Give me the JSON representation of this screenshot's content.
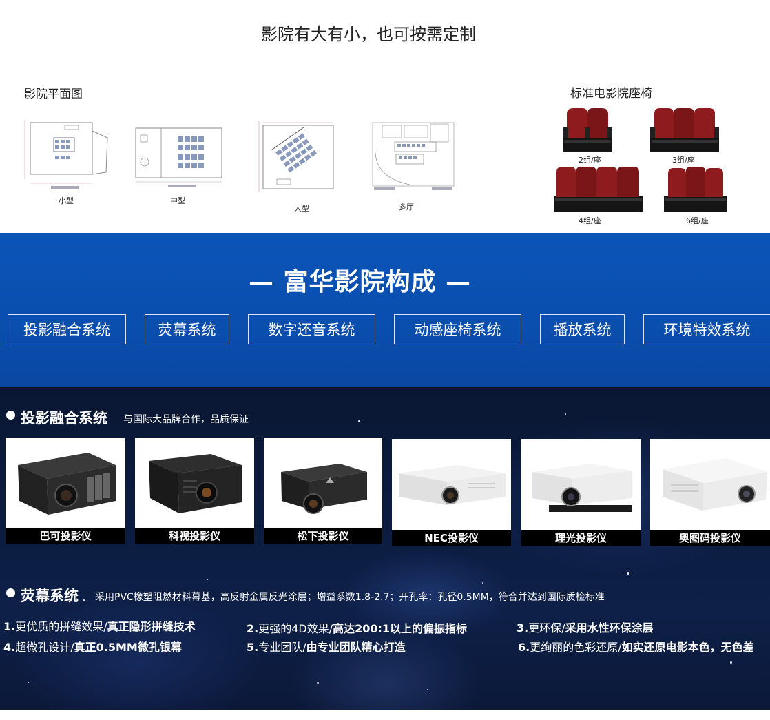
{
  "top": {
    "title": "影院有大有小，也可按需定制",
    "plans_label": "影院平面图",
    "seats_label": "标准电影院座椅",
    "plans": [
      {
        "caption": "小型"
      },
      {
        "caption": "中型"
      },
      {
        "caption": "大型"
      },
      {
        "caption": "多厅"
      }
    ],
    "seats": [
      {
        "caption": "2组/座"
      },
      {
        "caption": "3组/座"
      },
      {
        "caption": "4组/座"
      },
      {
        "caption": "6组/座"
      }
    ]
  },
  "band": {
    "title": "— 富华影院构成 —",
    "systems": [
      "投影融合系统",
      "荧幕系统",
      "数字还音系统",
      "动感座椅系统",
      "播放系统",
      "环境特效系统"
    ]
  },
  "projection": {
    "heading": "投影融合系统",
    "subheading": "与国际大品牌合作，品质保证",
    "brands": [
      "巴可投影仪",
      "科视投影仪",
      "松下投影仪",
      "NEC投影仪",
      "理光投影仪",
      "奥图码投影仪"
    ]
  },
  "screen": {
    "heading": "荧幕系统",
    "subheading": "采用PVC橡塑阻燃材料幕基，高反射金属反光涂层；增益系数1.8-2.7；开孔率：孔径0.5MM，符合并达到国际质检标准",
    "features": [
      {
        "num": "1.",
        "text": "更优质的拼缝效果/",
        "bold": "真正隐形拼缝技术"
      },
      {
        "num": "2.",
        "text": "更强的4D效果/",
        "bold": "高达200:1以上的偏振指标"
      },
      {
        "num": "3.",
        "text": "更环保/",
        "bold": "采用水性环保涂层"
      },
      {
        "num": "4.",
        "text": "超微孔设计/",
        "bold": "真正0.5MM微孔银幕"
      },
      {
        "num": "5.",
        "text": "专业团队/",
        "bold": "由专业团队精心打造"
      },
      {
        "num": "6.",
        "text": "更绚丽的色彩还原/",
        "bold": "如实还原电影本色，无色差"
      }
    ]
  },
  "colors": {
    "band_blue": "#0b55b8",
    "dark_navy": "#0a1733",
    "seat_red": "#8e1b1e"
  }
}
